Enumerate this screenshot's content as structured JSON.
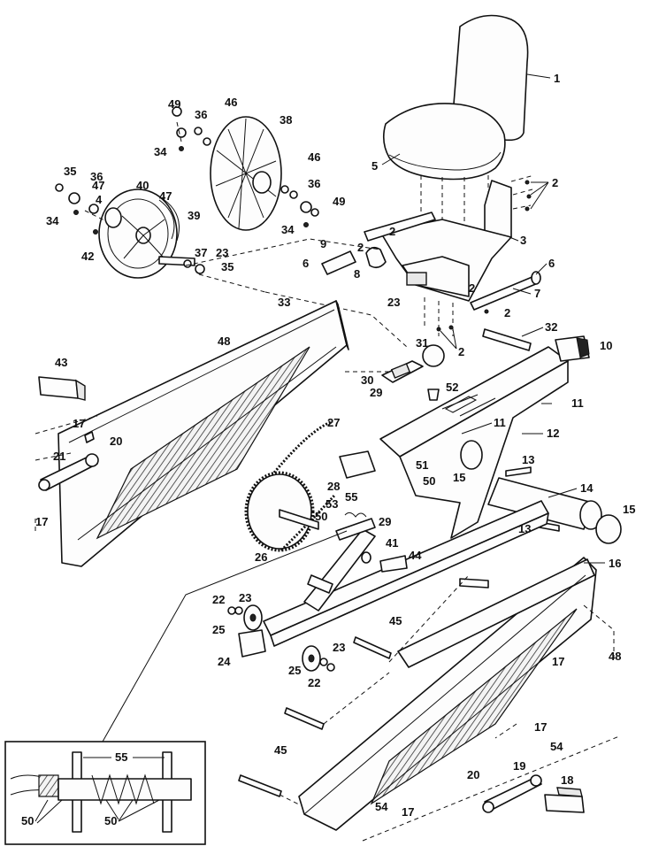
{
  "diagram": {
    "type": "exploded-parts-diagram",
    "callouts": [
      "1",
      "2",
      "3",
      "4",
      "5",
      "6",
      "7",
      "8",
      "9",
      "10",
      "11",
      "12",
      "13",
      "14",
      "15",
      "16",
      "17",
      "18",
      "19",
      "20",
      "21",
      "22",
      "23",
      "24",
      "25",
      "26",
      "27",
      "28",
      "29",
      "30",
      "31",
      "32",
      "33",
      "34",
      "35",
      "36",
      "37",
      "38",
      "39",
      "40",
      "41",
      "42",
      "43",
      "44",
      "45",
      "46",
      "47",
      "48",
      "49",
      "50",
      "51",
      "52",
      "53",
      "54",
      "55"
    ]
  }
}
